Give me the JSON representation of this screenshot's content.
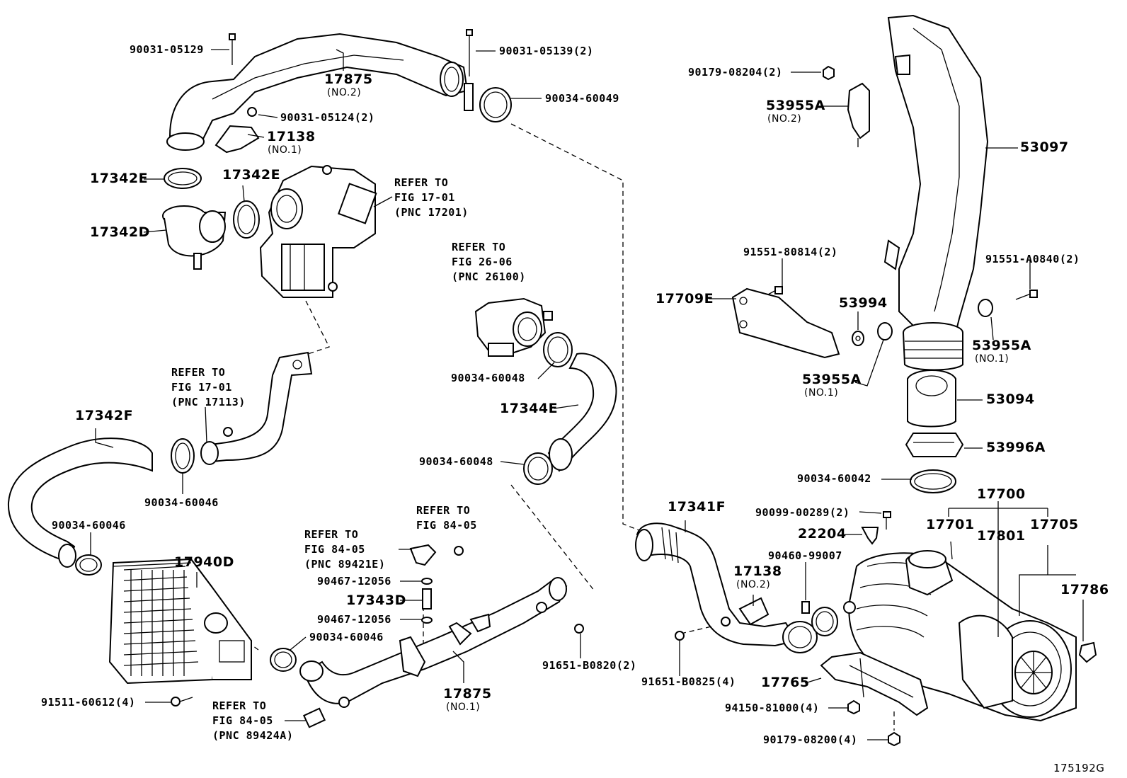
{
  "figure_id": "175192G",
  "labels": {
    "p90031_05129": "90031-05129",
    "p90031_05139": "90031-05139(2)",
    "p17875_top": "17875",
    "p17875_top_sub": "(NO.2)",
    "p90034_60049": "90034-60049",
    "p90031_05124": "90031-05124(2)",
    "p17138_a": "17138",
    "p17138_a_sub": "(NO.1)",
    "p17342E_a": "17342E",
    "p17342E_b": "17342E",
    "p17342D": "17342D",
    "ref_17201": [
      "REFER TO",
      "FIG 17-01",
      "(PNC 17201)"
    ],
    "ref_26100": [
      "REFER TO",
      "FIG 26-06",
      "(PNC 26100)"
    ],
    "p90034_60048_a": "90034-60048",
    "ref_17113": [
      "REFER TO",
      "FIG 17-01",
      "(PNC 17113)"
    ],
    "p17344E": "17344E",
    "p17342F": "17342F",
    "p90034_60046_a": "90034-60046",
    "p90034_60048_b": "90034-60048",
    "p90034_60046_b": "90034-60046",
    "p17940D": "17940D",
    "ref_89421E": [
      "REFER TO",
      "FIG 84-05",
      "(PNC 89421E)"
    ],
    "ref_84_05": [
      "REFER TO",
      "FIG 84-05"
    ],
    "p90467_12056_a": "90467-12056",
    "p17343D": "17343D",
    "p90467_12056_b": "90467-12056",
    "p90034_60046_c": "90034-60046",
    "p91651_B0820": "91651-B0820(2)",
    "p17875_bottom": "17875",
    "p17875_bottom_sub": "(NO.1)",
    "p91511_60612": "91511-60612(4)",
    "ref_89424A": [
      "REFER TO",
      "FIG 84-05",
      "(PNC 89424A)"
    ],
    "p90179_08204": "90179-08204(2)",
    "p53955A_no2": "53955A",
    "p53955A_no2_sub": "(NO.2)",
    "p53097": "53097",
    "p91551_80814": "91551-80814(2)",
    "p91551_A0840": "91551-A0840(2)",
    "p17709E": "17709E",
    "p53994": "53994",
    "p53955A_r": "53955A",
    "p53955A_r_sub": "(NO.1)",
    "p53955A_l": "53955A",
    "p53955A_l_sub": "(NO.1)",
    "p53094": "53094",
    "p53996A": "53996A",
    "p90034_60042": "90034-60042",
    "p17700": "17700",
    "p17341F": "17341F",
    "p90099_00289": "90099-00289(2)",
    "p22204": "22204",
    "p17701": "17701",
    "p17801": "17801",
    "p17705": "17705",
    "p90460_99007": "90460-99007",
    "p17138_b": "17138",
    "p17138_b_sub": "(NO.2)",
    "p17786": "17786",
    "p91651_B0825": "91651-B0825(4)",
    "p17765": "17765",
    "p94150_81000": "94150-81000(4)",
    "p90179_08200": "90179-08200(4)"
  }
}
